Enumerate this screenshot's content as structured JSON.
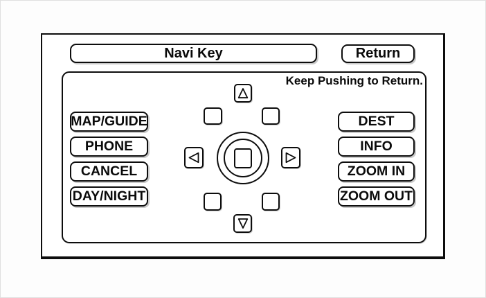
{
  "device": {
    "title": "Navi Key",
    "return_button": "Return",
    "hint": "Keep Pushing to Return."
  },
  "left_buttons": [
    "MAP/GUIDE",
    "PHONE",
    "CANCEL",
    "DAY/NIGHT"
  ],
  "right_buttons": [
    "DEST",
    "INFO",
    "ZOOM IN",
    "ZOOM OUT"
  ],
  "dpad": {
    "up_icon": "triangle-up",
    "down_icon": "triangle-down",
    "left_icon": "triangle-left",
    "right_icon": "triangle-right",
    "center_icon": "square-enter",
    "corner_keys": [
      "upper-left",
      "upper-right",
      "lower-left",
      "lower-right"
    ]
  },
  "colors": {
    "line": "#0d0d0d",
    "background": "#ffffff"
  }
}
